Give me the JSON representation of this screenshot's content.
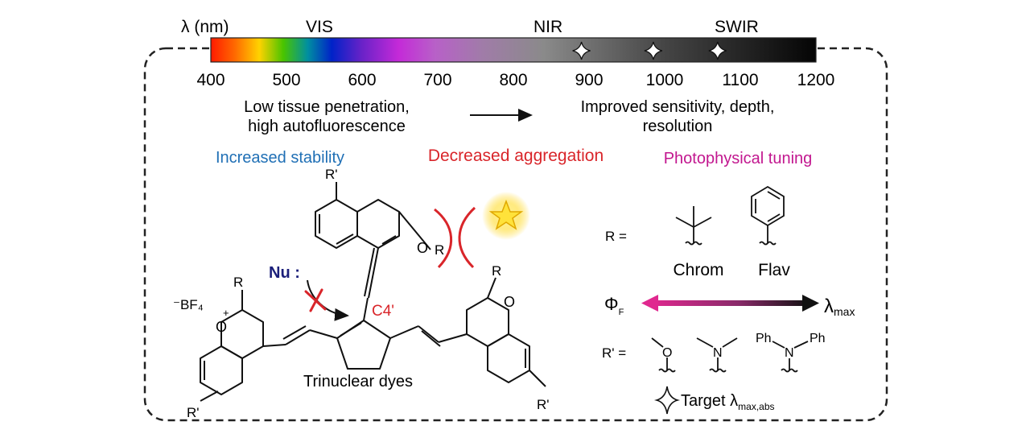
{
  "spectrum": {
    "axis_label": "λ (nm)",
    "regions": [
      "VIS",
      "NIR",
      "SWIR"
    ],
    "ticks": [
      "400",
      "500",
      "600",
      "700",
      "800",
      "900",
      "1000",
      "1100",
      "1200"
    ],
    "tick_values": [
      400,
      500,
      600,
      700,
      800,
      900,
      1000,
      1100,
      1200
    ],
    "range": [
      400,
      1200
    ],
    "target_markers_nm": [
      890,
      985,
      1070
    ]
  },
  "comparison": {
    "left_line1": "Low tissue penetration,",
    "left_line2": "high autofluorescence",
    "right_line1": "Improved sensitivity, depth,",
    "right_line2": "resolution"
  },
  "goals": {
    "stability": "Increased stability",
    "aggregation": "Decreased aggregation",
    "tuning": "Photophysical tuning"
  },
  "colors": {
    "stability": "#1f6fb5",
    "aggregation": "#d9252a",
    "tuning": "#c2178f",
    "nucleophile": "#1b1f7a",
    "dashed_border": "#222222"
  },
  "structure": {
    "nucleophile": "Nu :",
    "position": "C4'",
    "counterion": "⁻BF₄",
    "caption": "Trinuclear dyes",
    "r": "R",
    "r_prime": "R'",
    "ring_o": "O",
    "ring_o_plus": "O",
    "plus": "+"
  },
  "substituents": {
    "r_eq": "R =",
    "chrom": "Chrom",
    "flav": "Flav",
    "phi": "Φ",
    "phi_sub": "F",
    "lambda": "λ",
    "lambda_sub": "max",
    "rp_eq": "R' =",
    "o": "O",
    "n": "N",
    "ph1": "Ph",
    "ph2": "Ph",
    "target_label": "Target λ",
    "target_sub": "max,abs"
  }
}
